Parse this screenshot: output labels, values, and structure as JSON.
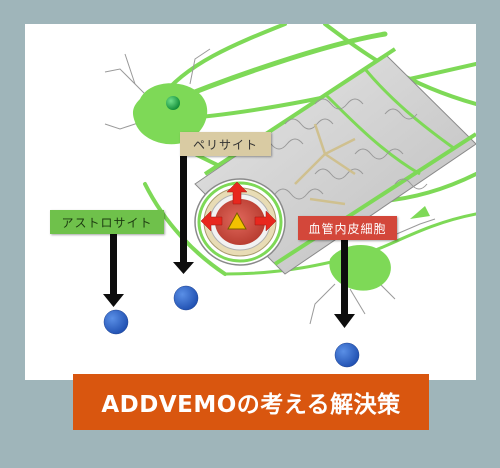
{
  "labels": {
    "pericyte": "ペリサイト",
    "astrocyte": "アストロサイト",
    "endothelial": "血管内皮細胞"
  },
  "banner": {
    "text": "ADDVEMOの考える解決策"
  },
  "colors": {
    "background": "#9fb5ba",
    "panel": "#ffffff",
    "astrocyte_green": "#7ed957",
    "vessel_red": "#cf4a3c",
    "pericyte_tan": "#d9cba3",
    "banner_orange": "#d9560f",
    "target_blue": "#2e63c9"
  },
  "icons": [
    "warning-triangle-icon",
    "red-arrow-icon",
    "down-arrow-icon",
    "target-dot-icon"
  ]
}
